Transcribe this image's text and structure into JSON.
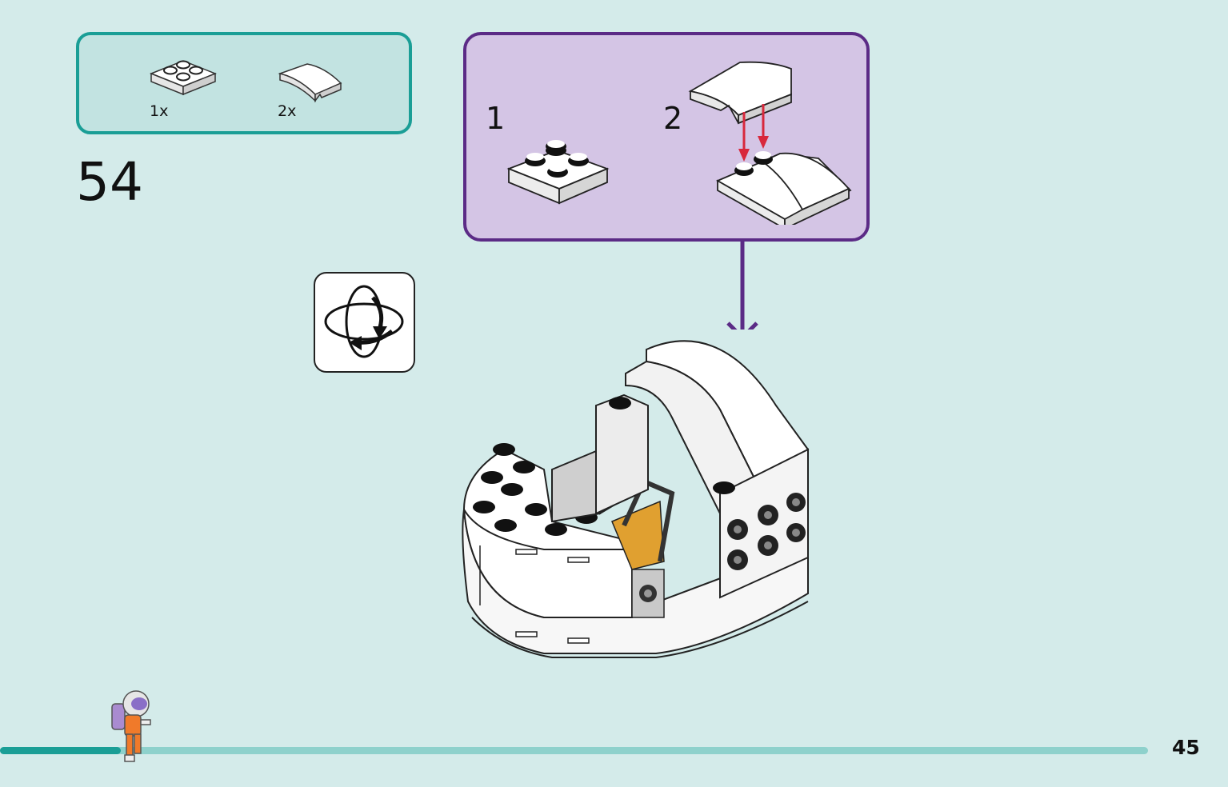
{
  "parts_list": {
    "items": [
      {
        "icon": "plate-2x2-icon",
        "quantity": "1x"
      },
      {
        "icon": "curved-slope-2x2-icon",
        "quantity": "2x"
      }
    ]
  },
  "step": {
    "number": "54"
  },
  "subassembly": {
    "steps": [
      {
        "number": "1"
      },
      {
        "number": "2"
      }
    ]
  },
  "rotate_indicator": {
    "icon": "rotate-model-icon"
  },
  "footer": {
    "page_number": "45",
    "progress": 0.105
  },
  "colors": {
    "accent_teal": "#1a9e96",
    "subassembly_purple": "#5b2b86",
    "background": "#d4ebea",
    "arrow_red": "#d8283c"
  }
}
